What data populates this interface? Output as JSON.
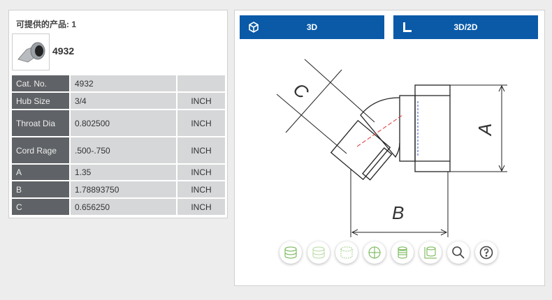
{
  "left": {
    "title": "可提供的产品: 1",
    "product": "4932",
    "rows": [
      {
        "key": "Cat. No.",
        "value": "4932",
        "unit": ""
      },
      {
        "key": "Hub Size",
        "value": "3/4",
        "unit": "INCH"
      },
      {
        "key": "Throat Dia",
        "value": "0.802500",
        "unit": "INCH"
      },
      {
        "key": "Cord Rage",
        "value": ".500-.750",
        "unit": "INCH"
      },
      {
        "key": "A",
        "value": "1.35",
        "unit": "INCH"
      },
      {
        "key": "B",
        "value": "1.78893750",
        "unit": "INCH"
      },
      {
        "key": "C",
        "value": "0.656250",
        "unit": "INCH"
      }
    ]
  },
  "right": {
    "btn3d": "3D",
    "btn3d2d": "3D/2D",
    "dims": {
      "a": "A",
      "b": "B",
      "c": "C"
    },
    "tools": [
      "solid-view-icon",
      "transparent-view-icon",
      "hidden-lines-icon",
      "crosshair-icon",
      "thread-view-icon",
      "dimension-view-icon",
      "zoom-fit-icon",
      "help-icon"
    ],
    "accent": "#0a5aa8"
  }
}
